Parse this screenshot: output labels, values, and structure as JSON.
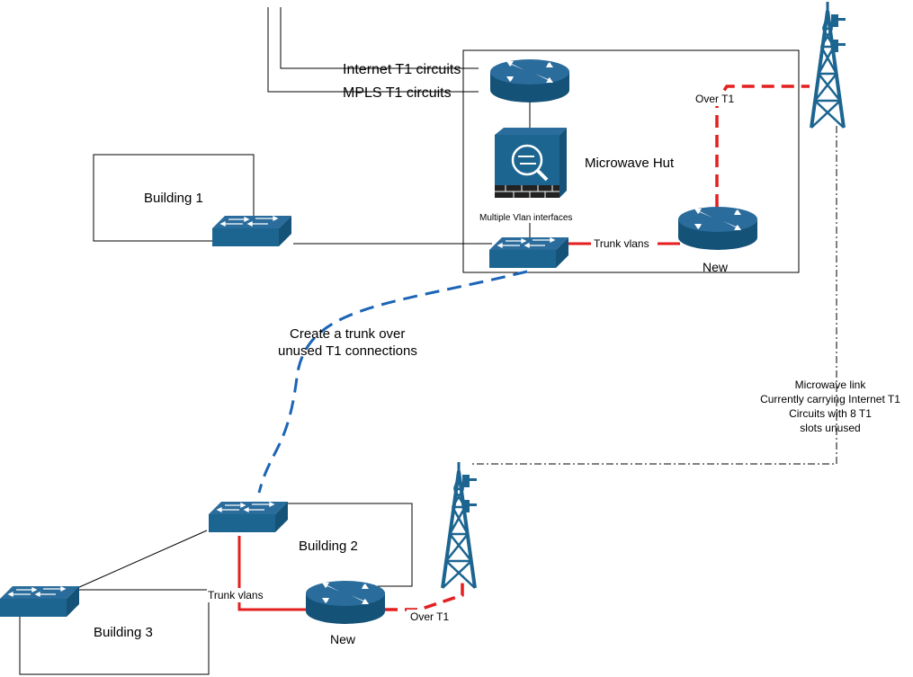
{
  "labels": {
    "internet_t1": "Internet T1 circuits",
    "mpls_t1": "MPLS T1 circuits",
    "over_t1_top": "Over T1",
    "microwave_hut": "Microwave Hut",
    "multiple_vlan": "Multiple Vlan interfaces",
    "trunk_vlans_top": "Trunk vlans",
    "new_top": "New",
    "building1": "Building 1",
    "create_trunk_line1": "Create a trunk over",
    "create_trunk_line2": "unused T1 connections",
    "microwave_link": [
      "Microwave link",
      "Currently carrying Internet T1",
      "Circuits with 8 T1",
      "slots unused"
    ],
    "building2": "Building 2",
    "trunk_vlans_bottom": "Trunk vlans",
    "over_t1_bottom": "Over T1",
    "new_bottom": "New",
    "building3": "Building 3"
  },
  "icons": {
    "router": "router-icon",
    "firewall": "firewall-icon",
    "switch": "switch-icon",
    "tower": "antenna-tower-icon"
  },
  "colors": {
    "device_blue": "#1c6591",
    "trunk_red": "#e41f1f",
    "proposed_blue": "#1c64b6"
  }
}
